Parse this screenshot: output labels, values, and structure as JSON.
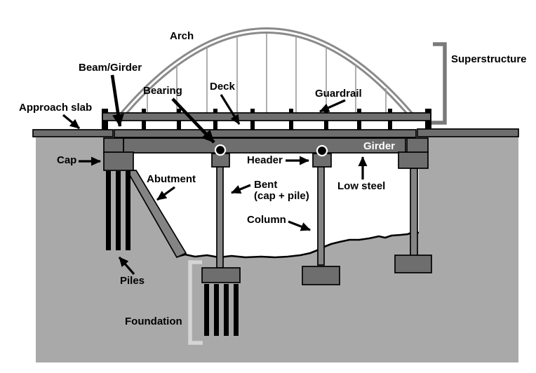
{
  "diagram": {
    "title": "Bridge elevation components diagram",
    "labels": {
      "approach_slab": "Approach slab",
      "arch": "Arch",
      "beam_girder": "Beam/Girder",
      "bearing": "Bearing",
      "deck": "Deck",
      "guardrail": "Guardrail",
      "superstructure": "Superstructure",
      "cap": "Cap",
      "abutment": "Abutment",
      "header": "Header",
      "girder": "Girder",
      "low_steel": "Low steel",
      "bent_line1": "Bent",
      "bent_line2": "(cap + pile)",
      "column": "Column",
      "piles": "Piles",
      "foundation": "Foundation"
    },
    "colors": {
      "background": "#ffffff",
      "ground": "#a9a9a9",
      "structure": "#6e6e6e",
      "structure_light": "#848484",
      "arch": "#8a8a8a",
      "hanger": "#9b9b9b",
      "ink": "#000000",
      "girder_text": "#ffffff",
      "foundation_bracket": "#d5d5d5",
      "superstructure_bracket": "#7a7a7a"
    }
  }
}
